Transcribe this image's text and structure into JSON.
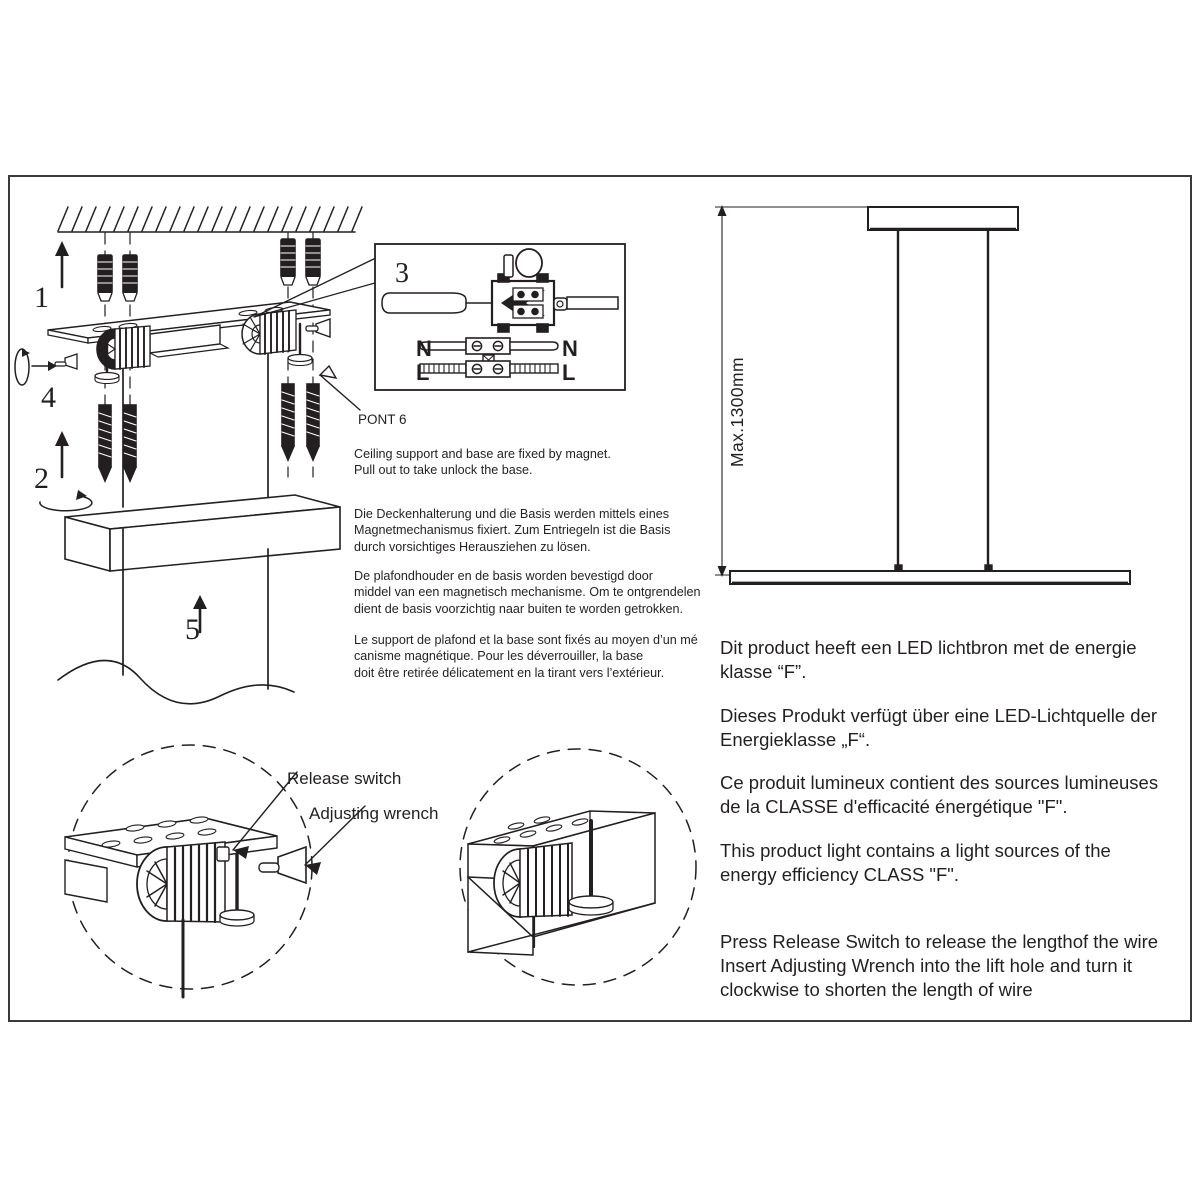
{
  "document": {
    "type": "installation-instruction-sheet",
    "title": "Pendant Lamp Installation Diagram"
  },
  "steps": {
    "step1": "1",
    "step2": "2",
    "step3": "3",
    "step4": "4",
    "step5": "5"
  },
  "callouts": {
    "pont": "PONT 6",
    "release_switch": "Release switch",
    "adjusting_wrench": "Adjusting wrench"
  },
  "wiring": {
    "left_neutral": "N",
    "left_live": "L",
    "right_neutral": "N",
    "right_live": "L"
  },
  "dimension": {
    "height_label": "Max.1300mm"
  },
  "instructions": {
    "english": "Ceiling support and base are fixed by magnet.\nPull out to take unlock the base.",
    "german": "Die Deckenhalterung und die Basis werden mittels eines\nMagnetmechanismus fixiert. Zum Entriegeln ist die Basis\n durch vorsichtiges Herausziehen zu lösen.",
    "dutch": "De plafondhouder en de basis worden bevestigd door\nmiddel van een magnetisch mechanisme. Om te ontgrendelen\ndient de basis voorzichtig naar buiten te worden getrokken.",
    "french": "Le support de plafond et la base sont fixés au moyen d’un mé\ncanisme magnétique. Pour les déverrouiller, la base\ndoit être retirée délicatement en la tirant vers l’extérieur."
  },
  "energy_class": {
    "dutch": "Dit product heeft een LED lichtbron met de energie\nklasse “F”.",
    "german": "Dieses Produkt verfügt über eine LED-Lichtquelle der\nEnergieklasse „F“.",
    "french": "Ce produit lumineux contient des sources lumineuses\nde la CLASSE d'efficacité énergétique \"F\".",
    "english": "This product light contains a light sources of the\nenergy efficiency CLASS \"F\"."
  },
  "operation": {
    "text": "Press Release Switch to release the lengthof the wire\nInsert Adjusting Wrench into the lift hole and turn it\nclockwise to shorten the length of wire"
  },
  "colors": {
    "line": "#231f20",
    "border": "#3a3a3a",
    "fill": "#ffffff"
  }
}
